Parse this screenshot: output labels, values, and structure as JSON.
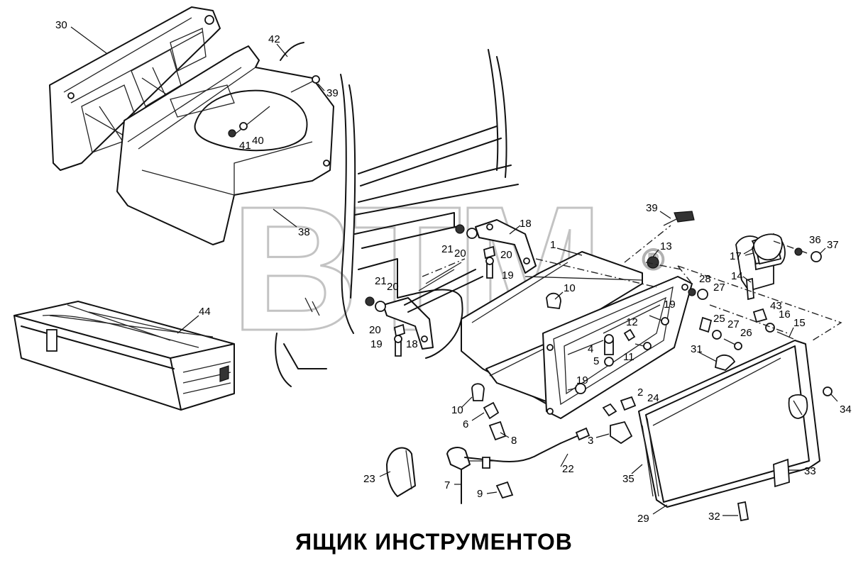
{
  "caption": "ЯЩИК ИНСТРУМЕНТОВ",
  "watermark": "BTM",
  "watermark_mark": "®",
  "callouts": [
    {
      "id": "c30",
      "label": "30"
    },
    {
      "id": "c42",
      "label": "42"
    },
    {
      "id": "c39a",
      "label": "39"
    },
    {
      "id": "c40",
      "label": "40"
    },
    {
      "id": "c41",
      "label": "41"
    },
    {
      "id": "c38",
      "label": "38"
    },
    {
      "id": "c44",
      "label": "44"
    },
    {
      "id": "c39b",
      "label": "39"
    },
    {
      "id": "c18a",
      "label": "18"
    },
    {
      "id": "c1",
      "label": "1"
    },
    {
      "id": "c13",
      "label": "13"
    },
    {
      "id": "c17",
      "label": "17"
    },
    {
      "id": "c36",
      "label": "36"
    },
    {
      "id": "c37",
      "label": "37"
    },
    {
      "id": "c21a",
      "label": "21"
    },
    {
      "id": "c20a",
      "label": "20"
    },
    {
      "id": "c20b",
      "label": "20"
    },
    {
      "id": "c19a",
      "label": "19"
    },
    {
      "id": "c14",
      "label": "14"
    },
    {
      "id": "c28",
      "label": "28"
    },
    {
      "id": "c27a",
      "label": "27"
    },
    {
      "id": "c43",
      "label": "43"
    },
    {
      "id": "c16",
      "label": "16"
    },
    {
      "id": "c15",
      "label": "15"
    },
    {
      "id": "c21b",
      "label": "21"
    },
    {
      "id": "c20c",
      "label": "20"
    },
    {
      "id": "c10a",
      "label": "10"
    },
    {
      "id": "c19b",
      "label": "19"
    },
    {
      "id": "c25",
      "label": "25"
    },
    {
      "id": "c27b",
      "label": "27"
    },
    {
      "id": "c26",
      "label": "26"
    },
    {
      "id": "c12",
      "label": "12"
    },
    {
      "id": "c20d",
      "label": "20"
    },
    {
      "id": "c18b",
      "label": "18"
    },
    {
      "id": "c19c",
      "label": "19"
    },
    {
      "id": "c4",
      "label": "4"
    },
    {
      "id": "c11",
      "label": "11"
    },
    {
      "id": "c5",
      "label": "5"
    },
    {
      "id": "c31",
      "label": "31"
    },
    {
      "id": "c19d",
      "label": "19"
    },
    {
      "id": "c10b",
      "label": "10"
    },
    {
      "id": "c2",
      "label": "2"
    },
    {
      "id": "c24",
      "label": "24"
    },
    {
      "id": "c34",
      "label": "34"
    },
    {
      "id": "c6",
      "label": "6"
    },
    {
      "id": "c8",
      "label": "8"
    },
    {
      "id": "c3",
      "label": "3"
    },
    {
      "id": "c22",
      "label": "22"
    },
    {
      "id": "c23",
      "label": "23"
    },
    {
      "id": "c33",
      "label": "33"
    },
    {
      "id": "c7",
      "label": "7"
    },
    {
      "id": "c9",
      "label": "9"
    },
    {
      "id": "c35",
      "label": "35"
    },
    {
      "id": "c29",
      "label": "29"
    },
    {
      "id": "c32",
      "label": "32"
    }
  ]
}
